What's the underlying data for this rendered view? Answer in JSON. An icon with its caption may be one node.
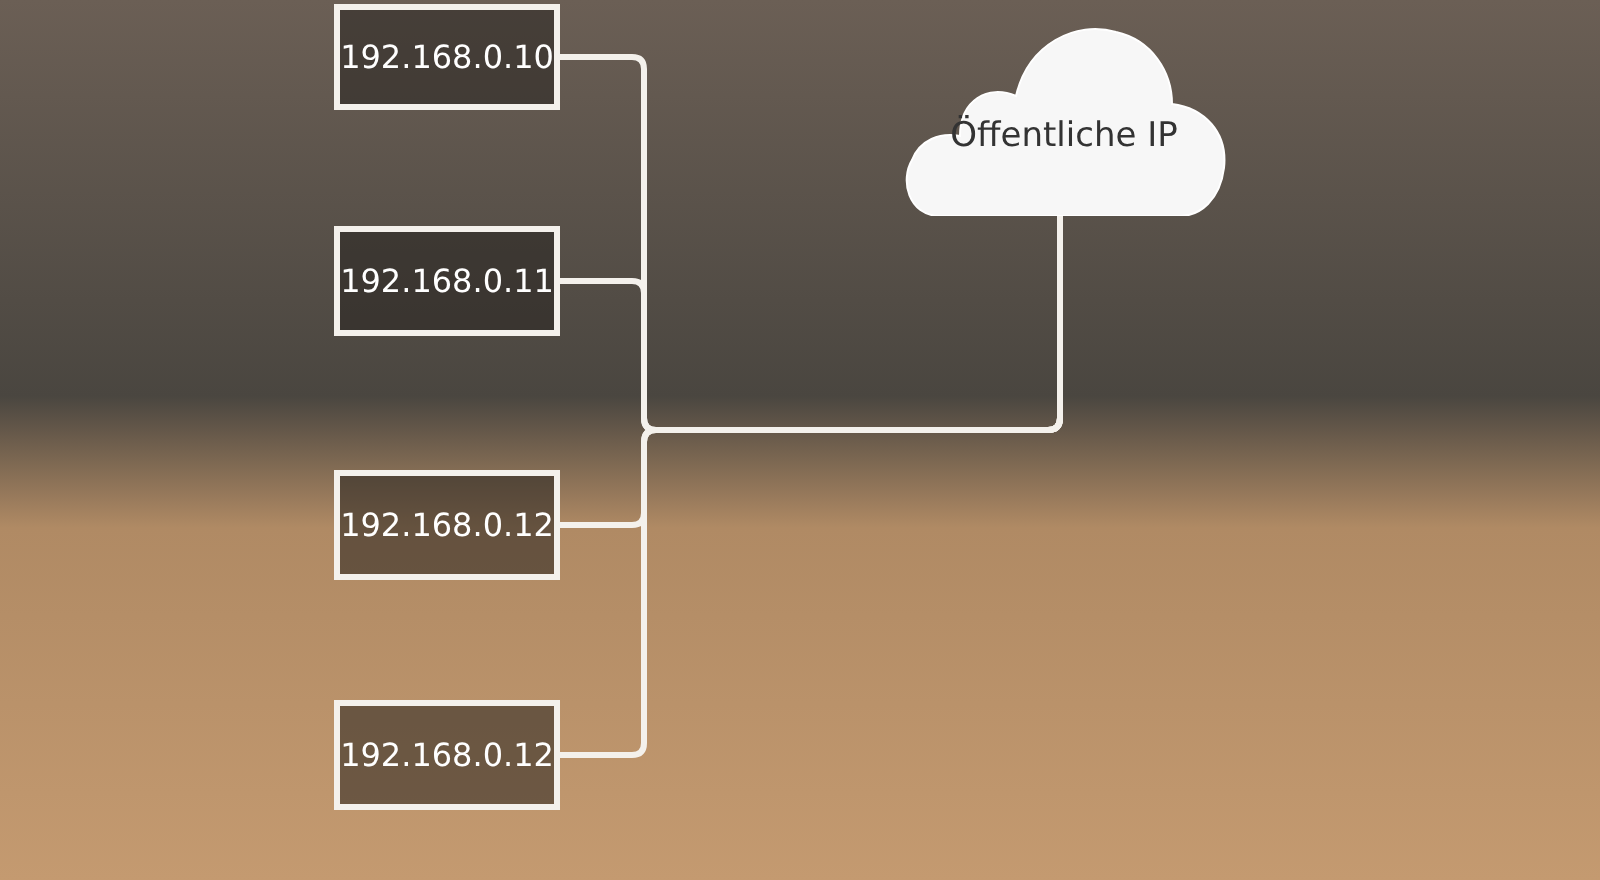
{
  "diagram": {
    "nodes": [
      {
        "text": [
          "192.168.0.10"
        ]
      },
      {
        "text": [
          "192.168.0.11"
        ]
      },
      {
        "text": [
          "192.168.0.12"
        ]
      },
      {
        "text": [
          "192.168.0.12"
        ]
      },
      {
        "text": [
          "Öffentliche IP"
        ]
      }
    ],
    "edges": [
      {
        "from": 0,
        "to": 4,
        "arrow": "none"
      },
      {
        "from": 1,
        "to": 4,
        "arrow": "none"
      },
      {
        "from": 2,
        "to": 4,
        "arrow": "none"
      },
      {
        "from": 3,
        "to": 4,
        "arrow": "none"
      }
    ]
  }
}
